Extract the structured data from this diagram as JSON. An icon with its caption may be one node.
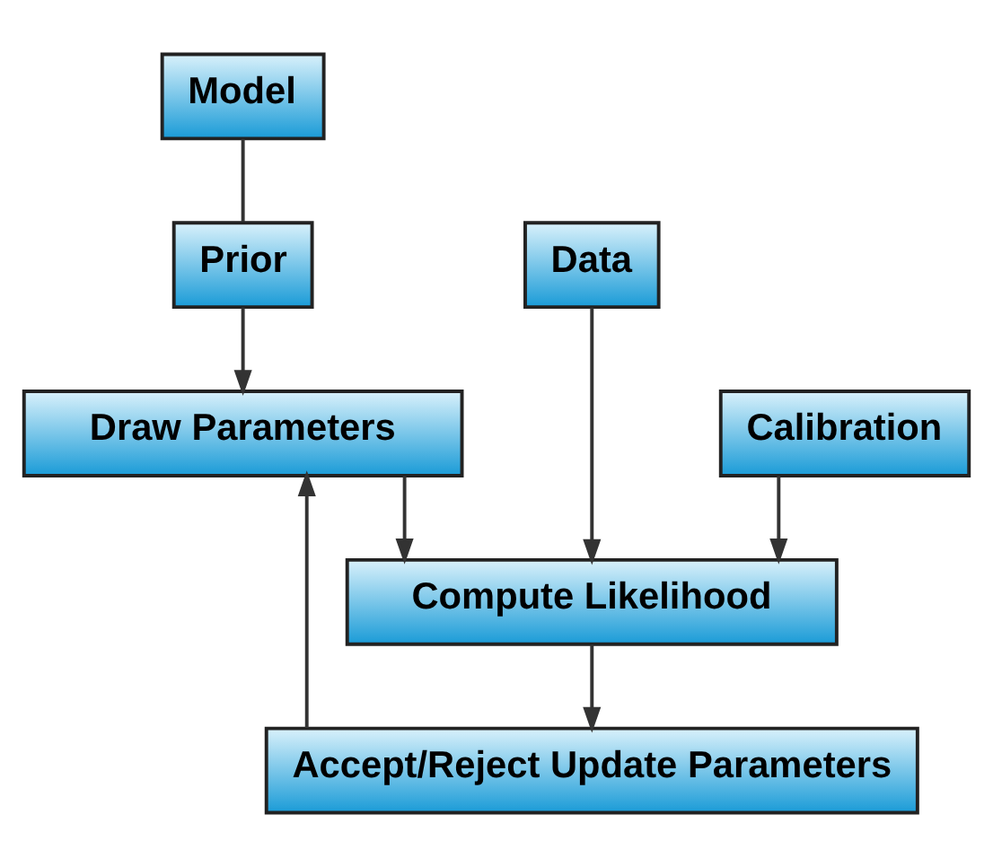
{
  "diagram": {
    "nodes": [
      {
        "text": [
          "Model"
        ]
      },
      {
        "text": [
          "Prior"
        ]
      },
      {
        "text": [
          "Data"
        ]
      },
      {
        "text": [
          "Draw Parameters"
        ]
      },
      {
        "text": [
          "Calibration"
        ]
      },
      {
        "text": [
          "Compute Likelihood"
        ]
      },
      {
        "text": [
          "Accept/Reject Update Parameters"
        ]
      }
    ],
    "edges": [
      {
        "from": 0,
        "to": 1,
        "arrow": "none"
      },
      {
        "from": 1,
        "to": 3,
        "arrow": "to"
      },
      {
        "from": 2,
        "to": 5,
        "arrow": "to"
      },
      {
        "from": 4,
        "to": 5,
        "arrow": "to"
      },
      {
        "from": 3,
        "to": 5,
        "arrow": "to"
      },
      {
        "from": 5,
        "to": 6,
        "arrow": "to"
      },
      {
        "from": 6,
        "to": 3,
        "arrow": "to"
      }
    ]
  }
}
